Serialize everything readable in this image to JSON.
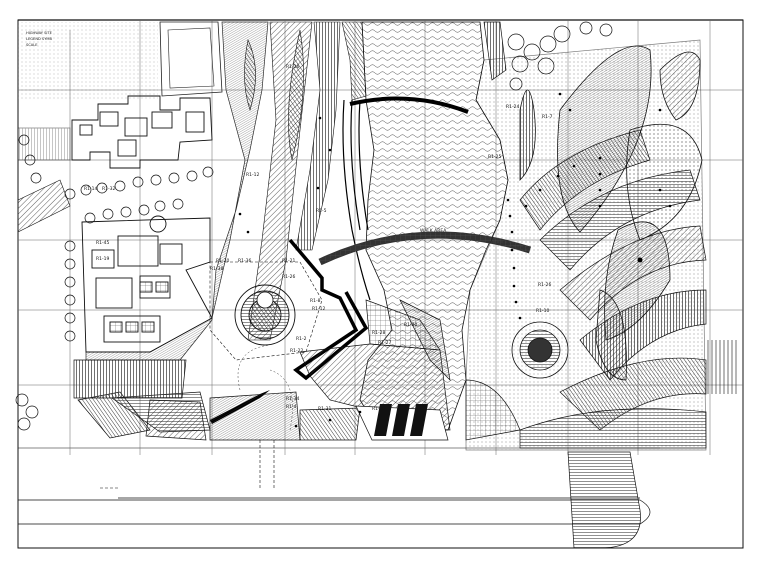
{
  "drawing": {
    "corner_note": [
      "HIGHWAY SITE",
      "LEGEND SYMB",
      "SCALE"
    ],
    "labels": {
      "wave_note": "WALK AREA",
      "r1": "R1-24",
      "r2": "R1-7",
      "r3": "R1-25",
      "r4": "R1-26",
      "r5": "R1-10",
      "r6": "R1-5",
      "r7": "R1-20",
      "r8": "R1-21",
      "r9": "R1-26",
      "r10": "R1-36",
      "r11": "R1-38",
      "r12": "R1-8",
      "r13": "R1-2",
      "r14": "R1-22",
      "r15": "R1-12",
      "r16": "R1-27",
      "r17": "R1-28",
      "r18": "R1-30",
      "r19": "R1-34",
      "r20": "R1-4",
      "r21": "R1-31",
      "r22": "R1-35",
      "r23": "R1-45",
      "r24": "R1-19",
      "r25": "R1-14",
      "r26": "R1-32",
      "r27": "R1-26",
      "r28": "R1-12"
    },
    "colors": {
      "ink": "#1a1a1a",
      "paper": "#ffffff"
    }
  }
}
